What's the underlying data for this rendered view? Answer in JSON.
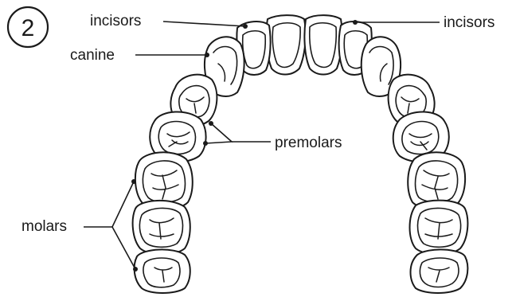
{
  "figure_number": "2",
  "labels": {
    "incisors_left": "incisors",
    "incisors_right": "incisors",
    "canine": "canine",
    "premolars": "premolars",
    "molars": "molars"
  },
  "colors": {
    "ink": "#1a1a1a",
    "background": "#ffffff"
  }
}
